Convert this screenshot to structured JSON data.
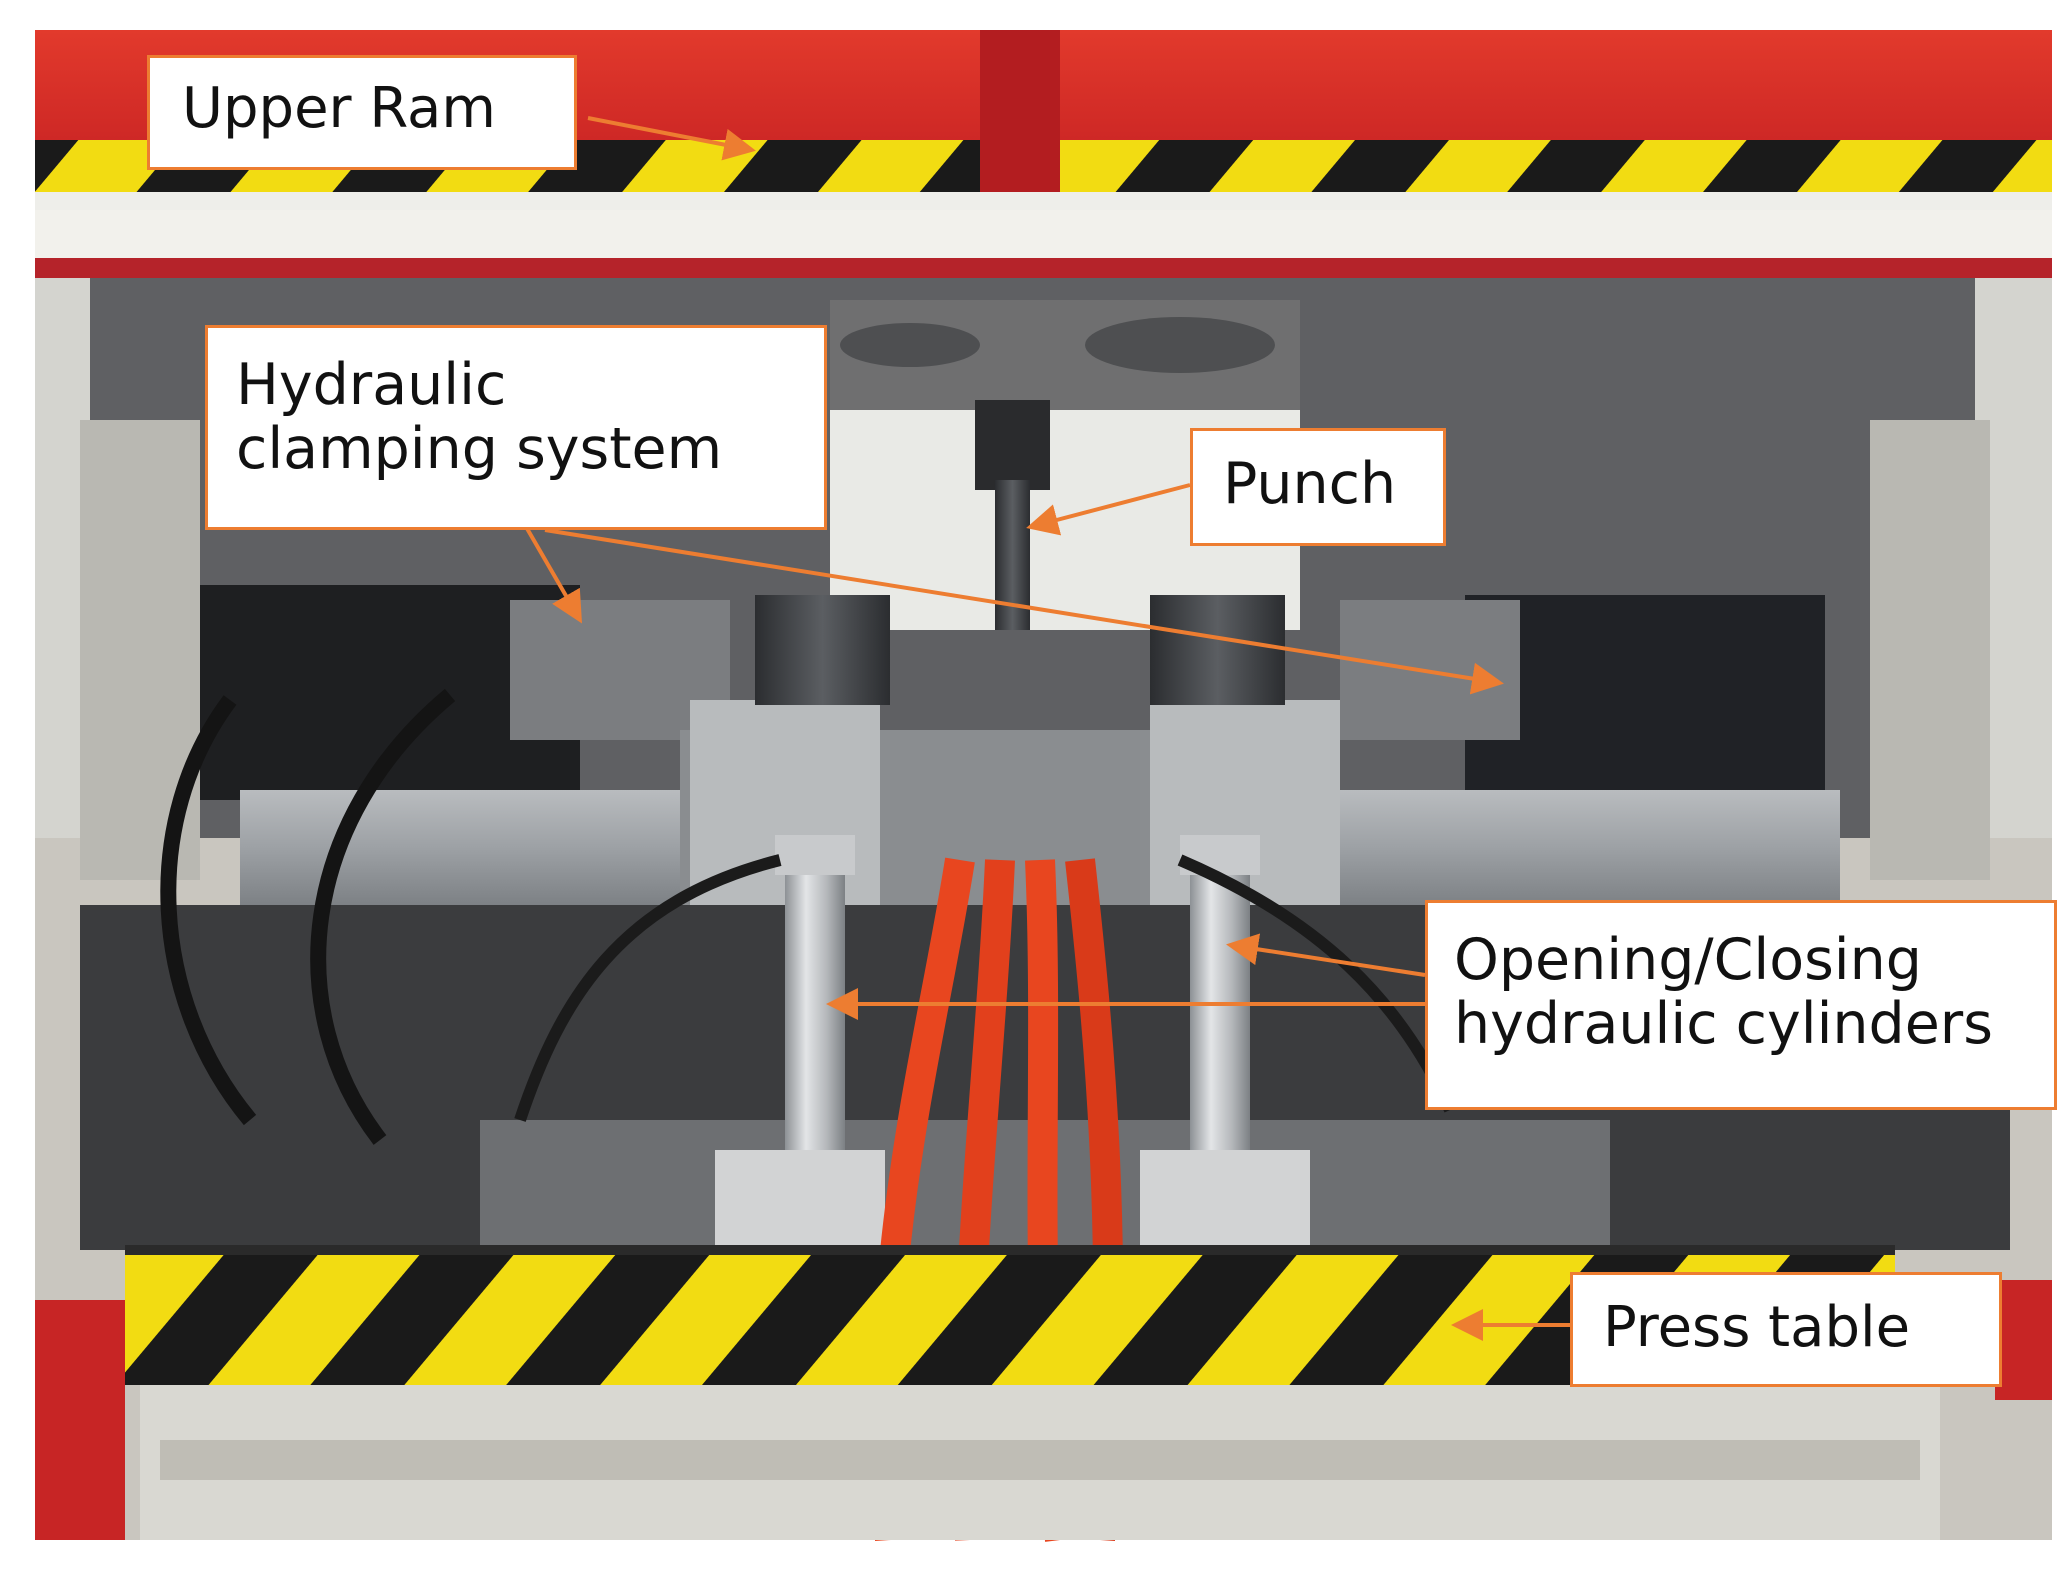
{
  "photo": {
    "subject": "hydraulic press with forming die setup",
    "colors": {
      "frame_red": "#d8282a",
      "hazard_yellow": "#f2dc12",
      "hazard_black": "#1a1a1a",
      "steel": "#a9acaf",
      "hose_orange": "#e8461f",
      "callout_border": "#ed7d31",
      "arrow": "#ed7d31"
    }
  },
  "labels": {
    "upper_ram": "Upper Ram",
    "clamping_line1": "Hydraulic",
    "clamping_line2": "clamping system",
    "punch": "Punch",
    "cylinders_line1": "Opening/Closing",
    "cylinders_line2": "hydraulic cylinders",
    "press_table": "Press table"
  }
}
